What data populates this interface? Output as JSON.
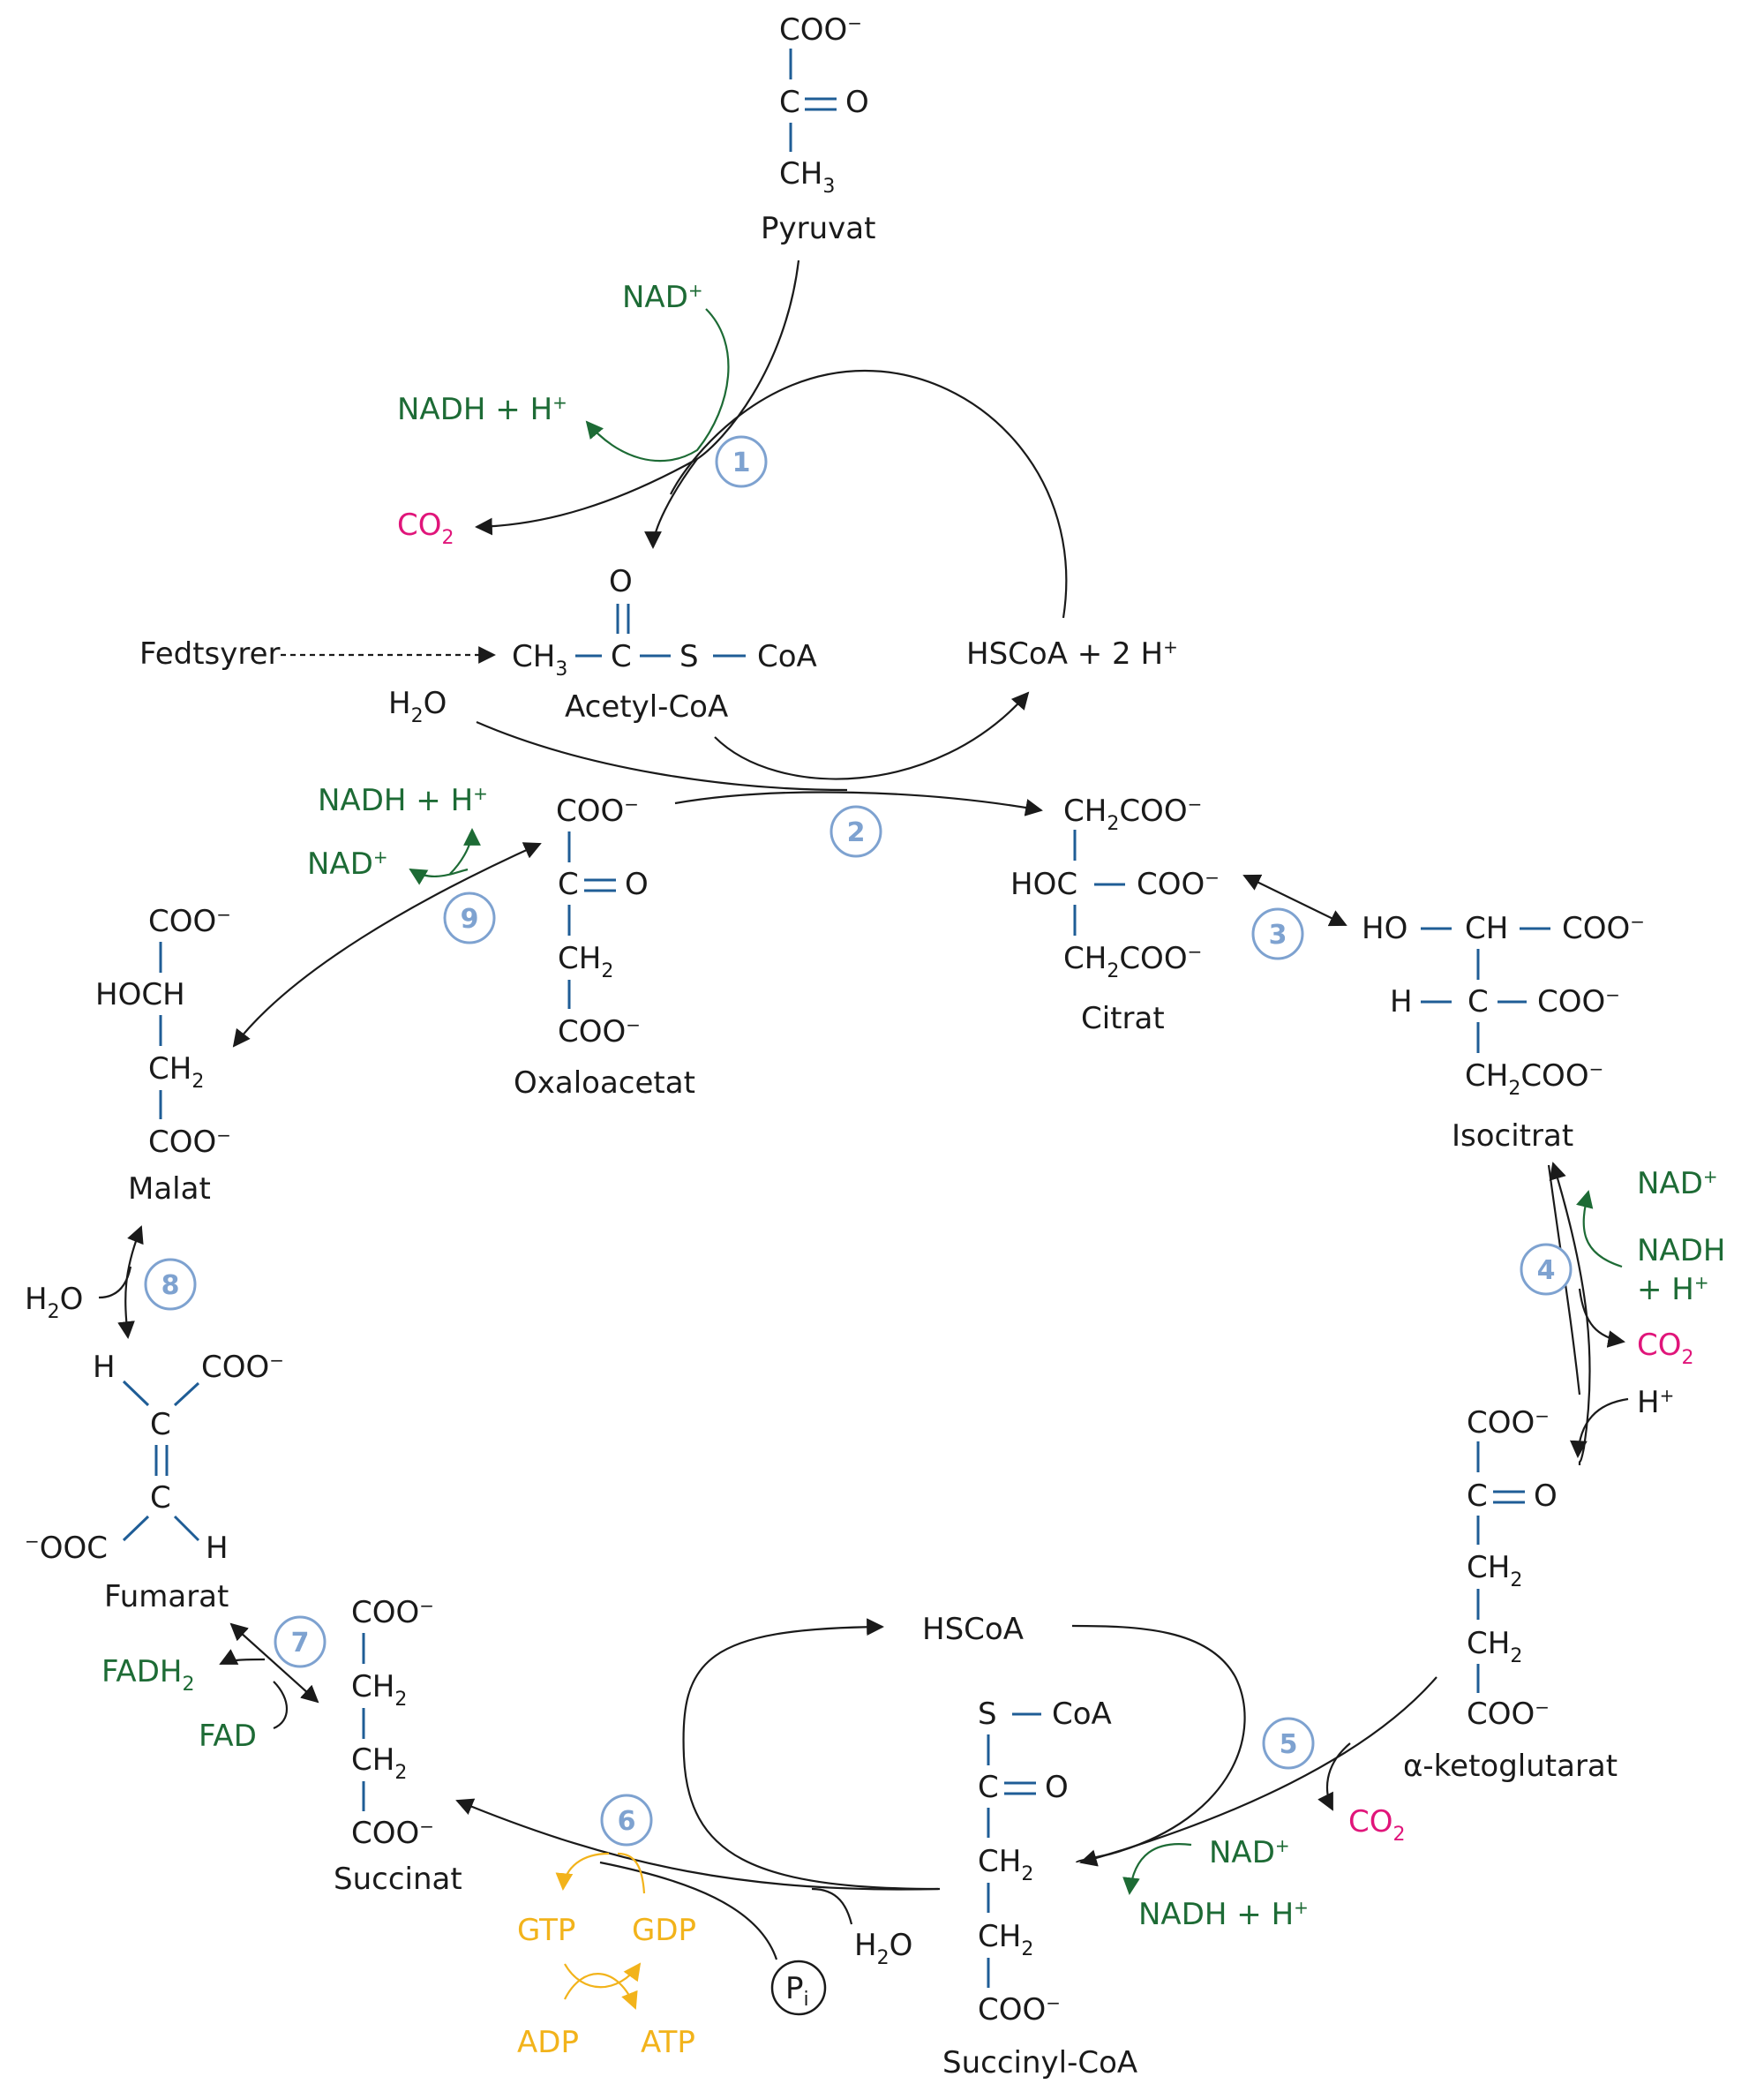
{
  "molecules": {
    "pyruvat": {
      "name": "Pyruvat",
      "l1": "COO",
      "l2": "C",
      "l2b": "O",
      "l3": "CH",
      "l3s": "3"
    },
    "acetylcoa": {
      "name": "Acetyl-CoA",
      "o": "O",
      "ch": "CH",
      "chs": "3",
      "c": "C",
      "s": "S",
      "coa": "CoA"
    },
    "citrat": {
      "name": "Citrat",
      "l1": "CH",
      "l1s": "2",
      "l1b": "COO",
      "l2a": "HOC",
      "l2b": "COO",
      "l3": "CH",
      "l3s": "2",
      "l3b": "COO"
    },
    "isocitrat": {
      "name": "Isocitrat",
      "l1a": "HO",
      "l1b": "CH",
      "l1c": "COO",
      "l2a": "H",
      "l2b": "C",
      "l2c": "COO",
      "l3": "CH",
      "l3s": "2",
      "l3b": "COO"
    },
    "akg": {
      "name": "α-ketoglutarat",
      "l1": "COO",
      "l2": "C",
      "l2b": "O",
      "l3": "CH",
      "l3s": "2",
      "l4": "CH",
      "l4s": "2",
      "l5": "COO"
    },
    "succinylcoa": {
      "name": "Succinyl-CoA",
      "l1": "S",
      "l1b": "CoA",
      "l2": "C",
      "l2b": "O",
      "l3": "CH",
      "l3s": "2",
      "l4": "CH",
      "l4s": "2",
      "l5": "COO"
    },
    "succinat": {
      "name": "Succinat",
      "l1": "COO",
      "l2": "CH",
      "l2s": "2",
      "l3": "CH",
      "l3s": "2",
      "l4": "COO"
    },
    "fumarat": {
      "name": "Fumarat",
      "h1": "H",
      "coo1": "COO",
      "c1": "C",
      "c2": "C",
      "ooc": "OOC",
      "h2": "H"
    },
    "malat": {
      "name": "Malat",
      "l1": "COO",
      "l2": "HOCH",
      "l3": "CH",
      "l3s": "2",
      "l4": "COO"
    },
    "oxaloacetat": {
      "name": "Oxaloacetat",
      "l1": "COO",
      "l2": "C",
      "l2b": "O",
      "l3": "CH",
      "l3s": "2",
      "l4": "COO"
    }
  },
  "cofactors": {
    "nad": "NAD",
    "nadh": "NADH",
    "h": "H",
    "plus": "+",
    "co2": "CO",
    "co2s": "2",
    "h2o": "H",
    "h2os": "2",
    "o": "O",
    "fedtsyrer": "Fedtsyrer",
    "hscoa": "HSCoA",
    "hscoa2h": "HSCoA + 2 H",
    "fadh": "FADH",
    "fadhs": "2",
    "fad": "FAD",
    "gtp": "GTP",
    "gdp": "GDP",
    "adp": "ADP",
    "atp": "ATP",
    "p": "P",
    "ps": "i"
  },
  "charges": {
    "minus": "−",
    "plus": "+"
  },
  "steps": [
    "1",
    "2",
    "3",
    "4",
    "5",
    "6",
    "7",
    "8",
    "9"
  ],
  "colors": {
    "bond": "#1f5d96",
    "cofactor": "#1d6b35",
    "co2": "#e0157a",
    "energy": "#f2b31b",
    "step": "#7ea2d0"
  }
}
